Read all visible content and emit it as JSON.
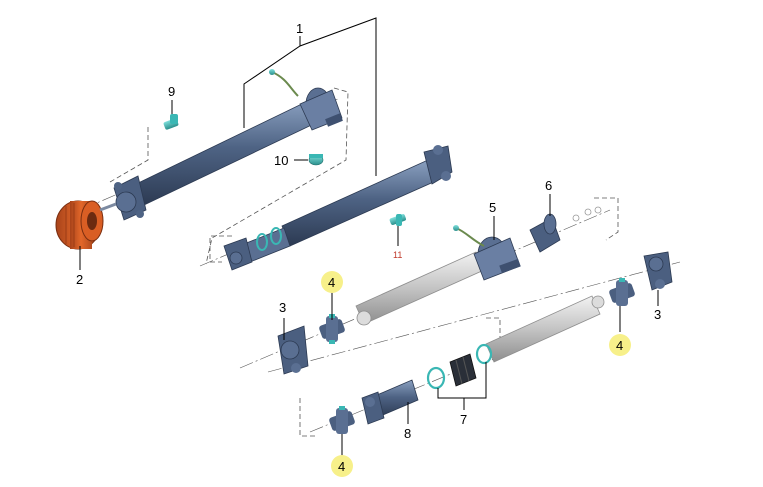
{
  "labels": {
    "l1": "1",
    "l2": "2",
    "l3a": "3",
    "l3b": "3",
    "l4a": "4",
    "l4b": "4",
    "l4c": "4",
    "l5": "5",
    "l6": "6",
    "l7": "7",
    "l8": "8",
    "l9": "9",
    "l10": "10",
    "l11": "11"
  },
  "colors": {
    "shaft_dark": "#4e6384",
    "shaft_grey": "#c4c4c4",
    "bolt_teal": "#3ab7b4",
    "ring_orange": "#e2672a",
    "highlight": "#f7f08a",
    "label_red": "#c0392b"
  }
}
